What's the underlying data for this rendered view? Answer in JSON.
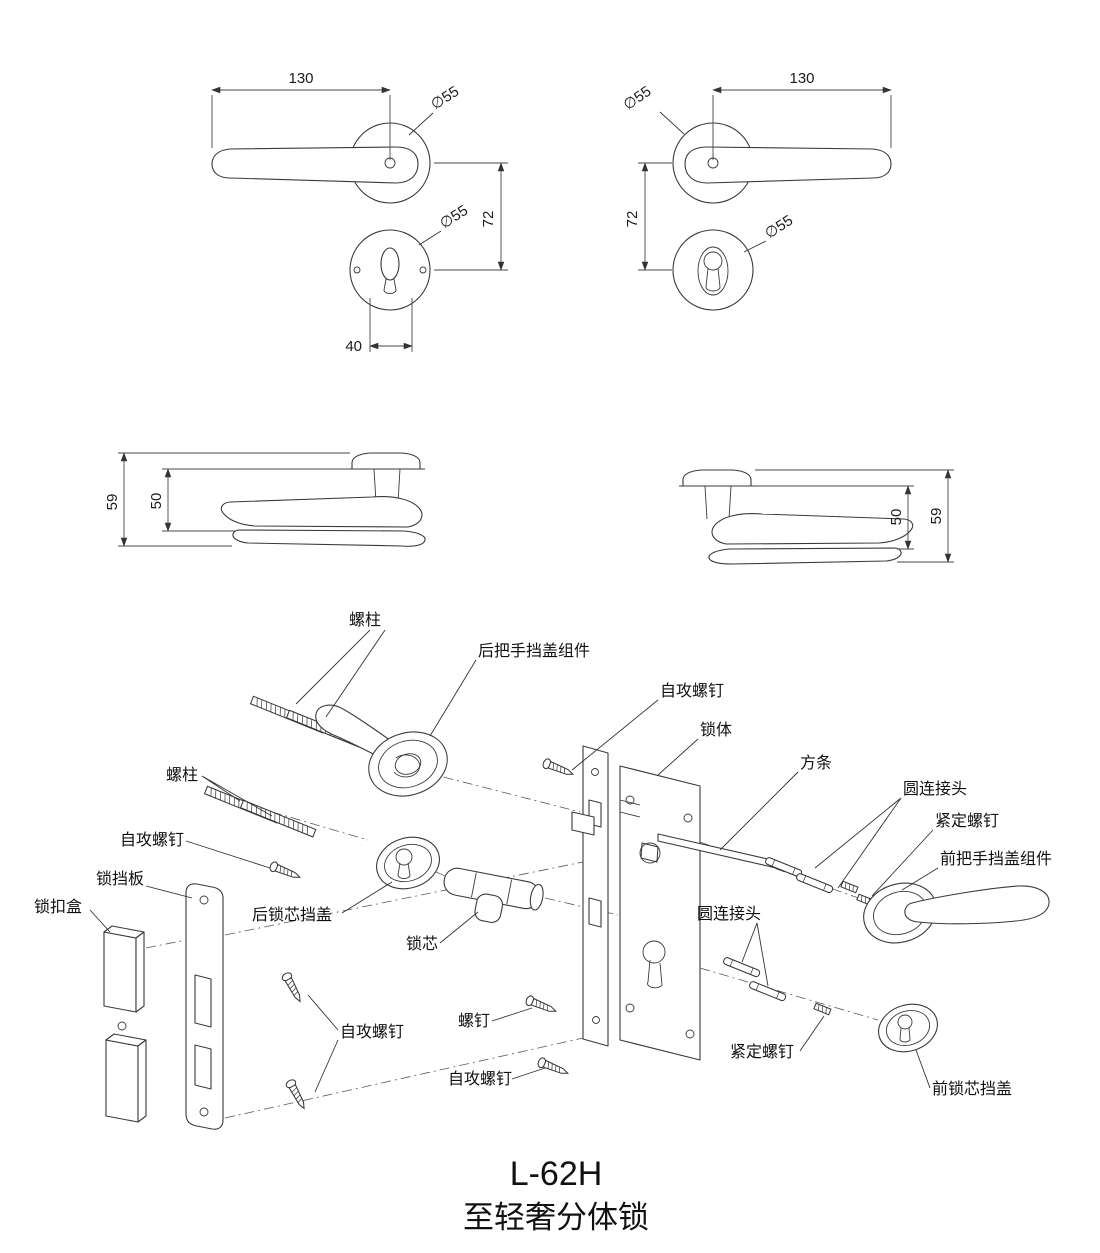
{
  "title": {
    "model": "L-62H",
    "name": "至轻奢分体锁"
  },
  "dims": {
    "front_left": {
      "width": "130",
      "rose_dia": "∅55",
      "spacing": "72",
      "turn_dia": "∅55",
      "turn_width": "40"
    },
    "front_right": {
      "width": "130",
      "rose_dia": "∅55",
      "spacing": "72",
      "cyl_dia": "∅55"
    },
    "side_left": {
      "overall": "59",
      "inner": "50"
    },
    "side_right": {
      "overall": "59",
      "inner": "50"
    }
  },
  "labels": {
    "stud_top": "螺柱",
    "rear_handle_cover_assembly": "后把手挡盖组件",
    "self_tapping_screw_top": "自攻螺钉",
    "lock_body": "锁体",
    "square_spindle": "方条",
    "round_connector_upper": "圆连接头",
    "set_screw_upper": "紧定螺钉",
    "front_handle_cover_assembly": "前把手挡盖组件",
    "stud_mid": "螺柱",
    "self_tapping_screw_mid": "自攻螺钉",
    "lock_guard_plate": "锁挡板",
    "strike_box": "锁扣盒",
    "rear_cylinder_cover": "后锁芯挡盖",
    "lock_cylinder": "锁芯",
    "round_connector_lower": "圆连接头",
    "self_tapping_screw_left": "自攻螺钉",
    "screw": "螺钉",
    "self_tapping_screw_bottom": "自攻螺钉",
    "set_screw_lower": "紧定螺钉",
    "front_cylinder_cover": "前锁芯挡盖"
  }
}
